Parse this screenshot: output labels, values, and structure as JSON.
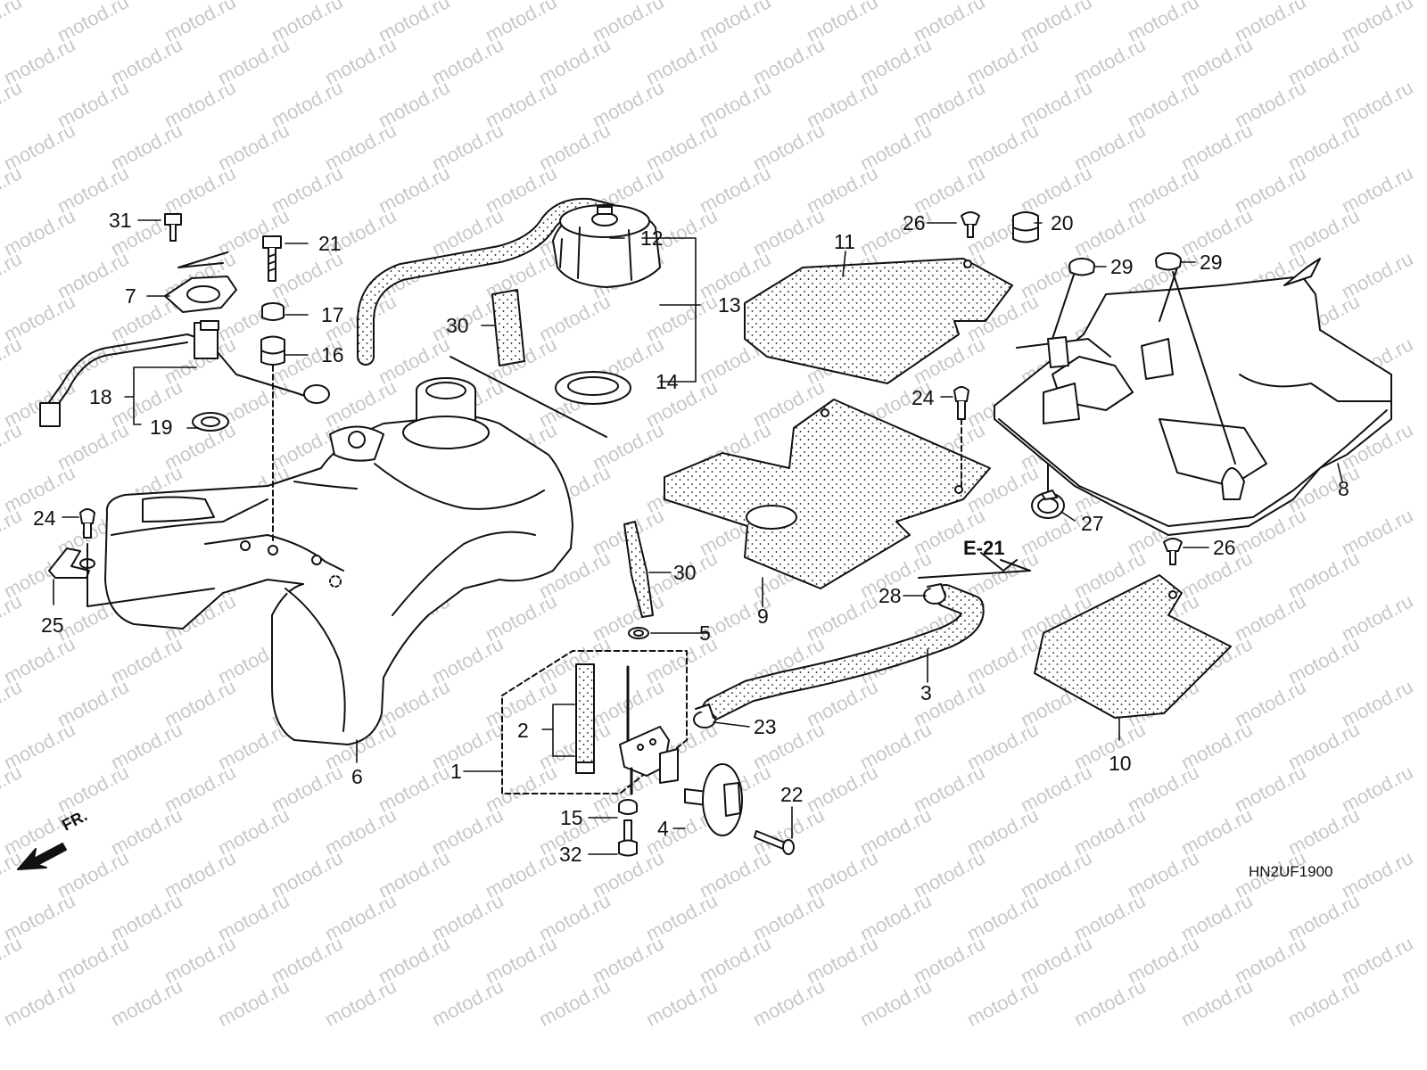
{
  "watermark": "motod.ru",
  "diagram_code": "HN2UF1900",
  "reference": "E-21",
  "front_marker": "FR.",
  "callouts": [
    {
      "id": "c31",
      "text": "31"
    },
    {
      "id": "c21",
      "text": "21"
    },
    {
      "id": "c7",
      "text": "7"
    },
    {
      "id": "c17",
      "text": "17"
    },
    {
      "id": "c16",
      "text": "16"
    },
    {
      "id": "c18",
      "text": "18"
    },
    {
      "id": "c19",
      "text": "19"
    },
    {
      "id": "c12",
      "text": "12"
    },
    {
      "id": "c13",
      "text": "13"
    },
    {
      "id": "c30a",
      "text": "30"
    },
    {
      "id": "c14",
      "text": "14"
    },
    {
      "id": "c11",
      "text": "11"
    },
    {
      "id": "c26a",
      "text": "26"
    },
    {
      "id": "c20",
      "text": "20"
    },
    {
      "id": "c29a",
      "text": "29"
    },
    {
      "id": "c29b",
      "text": "29"
    },
    {
      "id": "c24a",
      "text": "24"
    },
    {
      "id": "c24b",
      "text": "24"
    },
    {
      "id": "c8",
      "text": "8"
    },
    {
      "id": "c27",
      "text": "27"
    },
    {
      "id": "c26b",
      "text": "26"
    },
    {
      "id": "c25",
      "text": "25"
    },
    {
      "id": "c30b",
      "text": "30"
    },
    {
      "id": "c9",
      "text": "9"
    },
    {
      "id": "c28",
      "text": "28"
    },
    {
      "id": "c5",
      "text": "5"
    },
    {
      "id": "c3",
      "text": "3"
    },
    {
      "id": "c10",
      "text": "10"
    },
    {
      "id": "c2",
      "text": "2"
    },
    {
      "id": "c23",
      "text": "23"
    },
    {
      "id": "c6",
      "text": "6"
    },
    {
      "id": "c1",
      "text": "1"
    },
    {
      "id": "c22",
      "text": "22"
    },
    {
      "id": "c15",
      "text": "15"
    },
    {
      "id": "c4",
      "text": "4"
    },
    {
      "id": "c32",
      "text": "32"
    }
  ]
}
